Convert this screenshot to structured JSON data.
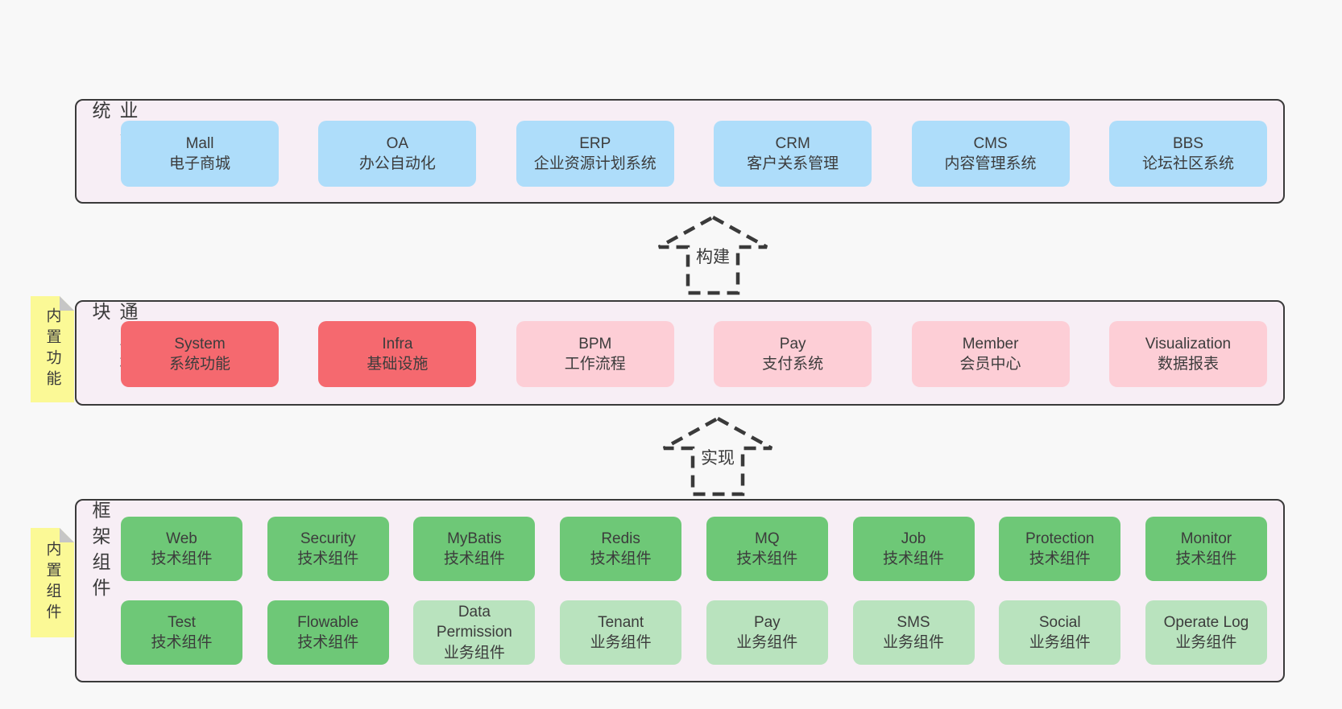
{
  "colors": {
    "page_bg": "#f8f8f8",
    "band_bg": "#f7eef5",
    "band_border": "#3a3a3a",
    "blue": "#aeddfa",
    "red": "#f5696f",
    "pink": "#fdced6",
    "green_dark": "#6ec877",
    "green_light": "#b9e3be",
    "note_bg": "#fbf996",
    "note_fold": "#c6c6c6",
    "text": "#3c3c3c"
  },
  "bands": {
    "business": {
      "label": "业务系统",
      "boxes": [
        {
          "name": "Mall",
          "desc": "电子商城",
          "variant": "blue"
        },
        {
          "name": "OA",
          "desc": "办公自动化",
          "variant": "blue"
        },
        {
          "name": "ERP",
          "desc": "企业资源计划系统",
          "variant": "blue"
        },
        {
          "name": "CRM",
          "desc": "客户关系管理",
          "variant": "blue"
        },
        {
          "name": "CMS",
          "desc": "内容管理系统",
          "variant": "blue"
        },
        {
          "name": "BBS",
          "desc": "论坛社区系统",
          "variant": "blue"
        }
      ]
    },
    "modules": {
      "label": "通用模块",
      "note": "内置功能",
      "boxes": [
        {
          "name": "System",
          "desc": "系统功能",
          "variant": "red"
        },
        {
          "name": "Infra",
          "desc": "基础设施",
          "variant": "red"
        },
        {
          "name": "BPM",
          "desc": "工作流程",
          "variant": "pink"
        },
        {
          "name": "Pay",
          "desc": "支付系统",
          "variant": "pink"
        },
        {
          "name": "Member",
          "desc": "会员中心",
          "variant": "pink"
        },
        {
          "name": "Visualization",
          "desc": "数据报表",
          "variant": "pink"
        }
      ]
    },
    "components": {
      "label": "框架组件",
      "note": "内置组件",
      "rows": [
        [
          {
            "name": "Web",
            "desc": "技术组件",
            "variant": "green-dark"
          },
          {
            "name": "Security",
            "desc": "技术组件",
            "variant": "green-dark"
          },
          {
            "name": "MyBatis",
            "desc": "技术组件",
            "variant": "green-dark"
          },
          {
            "name": "Redis",
            "desc": "技术组件",
            "variant": "green-dark"
          },
          {
            "name": "MQ",
            "desc": "技术组件",
            "variant": "green-dark"
          },
          {
            "name": "Job",
            "desc": "技术组件",
            "variant": "green-dark"
          },
          {
            "name": "Protection",
            "desc": "技术组件",
            "variant": "green-dark"
          },
          {
            "name": "Monitor",
            "desc": "技术组件",
            "variant": "green-dark"
          }
        ],
        [
          {
            "name": "Test",
            "desc": "技术组件",
            "variant": "green-dark"
          },
          {
            "name": "Flowable",
            "desc": "技术组件",
            "variant": "green-dark"
          },
          {
            "name": "Data Permission",
            "desc": "业务组件",
            "variant": "green-light"
          },
          {
            "name": "Tenant",
            "desc": "业务组件",
            "variant": "green-light"
          },
          {
            "name": "Pay",
            "desc": "业务组件",
            "variant": "green-light"
          },
          {
            "name": "SMS",
            "desc": "业务组件",
            "variant": "green-light"
          },
          {
            "name": "Social",
            "desc": "业务组件",
            "variant": "green-light"
          },
          {
            "name": "Operate Log",
            "desc": "业务组件",
            "variant": "green-light"
          }
        ]
      ]
    }
  },
  "arrows": [
    {
      "label": "构建"
    },
    {
      "label": "实现"
    }
  ]
}
